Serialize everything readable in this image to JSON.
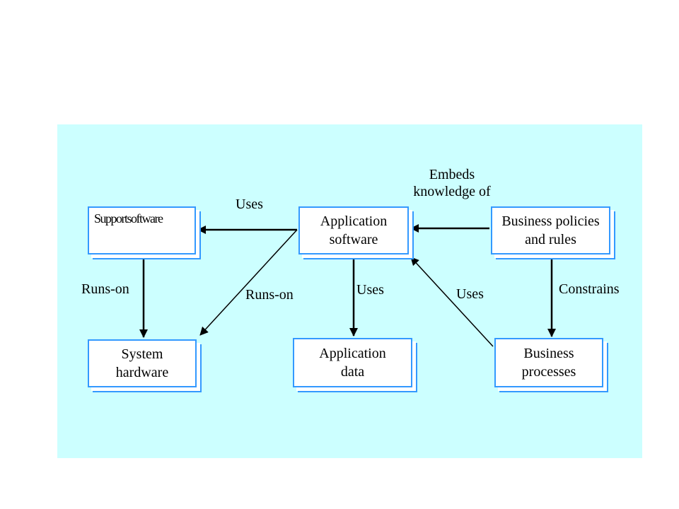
{
  "colors": {
    "panel": "#ccffff",
    "box_border": "#3399ff",
    "arrow": "#000000"
  },
  "nodes": {
    "support_software": "Supportsoftware",
    "application_software": "Application\nsoftware",
    "business_policies": "Business policies\nand rules",
    "system_hardware": "System\nhardware",
    "application_data": "Application\ndata",
    "business_processes": "Business\nprocesses"
  },
  "edges": {
    "uses_top": "Uses",
    "embeds": "Embeds\nknowledge of",
    "runs_on_left": "Runs-on",
    "runs_on_diag": "Runs-on",
    "uses_data": "Uses",
    "uses_processes": "Uses",
    "constrains": "Constrains"
  }
}
